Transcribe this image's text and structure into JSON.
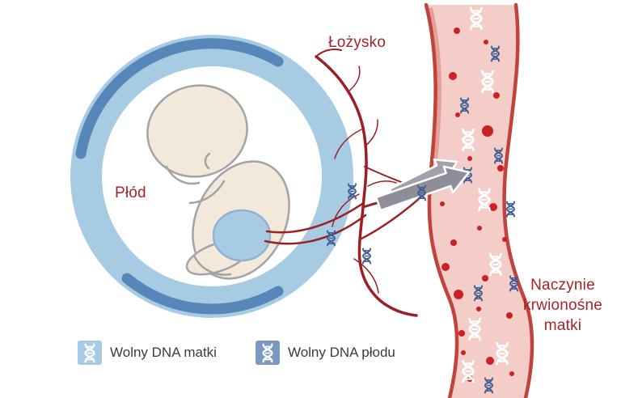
{
  "labels": {
    "placenta": "Łożysko",
    "fetus": "Płód",
    "maternal_vessel": "Naczynie krwionośne matki"
  },
  "legend": {
    "maternal": {
      "label": "Wolny DNA matki"
    },
    "fetal": {
      "label": "Wolny DNA płodu"
    }
  },
  "colors": {
    "label_red": "#a3242a",
    "womb_ring_blue": "#a8cbe4",
    "womb_accent_blue": "#4d80b2",
    "womb_inner_white": "#ffffff",
    "fetus_skin": "#f2e9da",
    "fetus_outline_gray": "#a3a3a3",
    "belly_blue": "#a8cbe4",
    "placenta_vessel_red": "#9b2023",
    "vessel_fill_pink": "#f5cdc8",
    "vessel_wall_red": "#c0443c",
    "blood_cell_red": "#cb2026",
    "maternal_dna_white": "#ffffff",
    "fetal_dna_blue": "#3f5f93",
    "legend_maternal_bg": "#a8cbe4",
    "legend_fetal_bg": "#7b98c2",
    "arrow_gray": "#8f8d97",
    "legend_text": "#3b3b3b"
  }
}
